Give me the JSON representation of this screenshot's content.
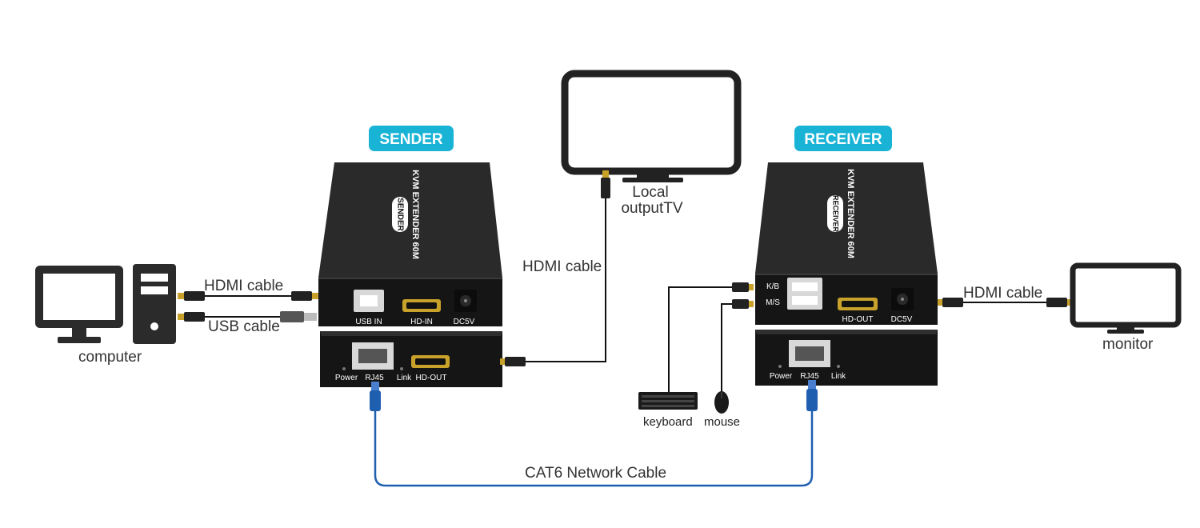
{
  "colors": {
    "accent": "#19b3d6",
    "device": "#1b1b1b",
    "network_cable": "#1f5fb0",
    "hdmi_plug": "#c8a12a"
  },
  "sender": {
    "tag": "SENDER",
    "side_label": "KVM EXTENDER 60M",
    "side_badge": "SENDER",
    "top_ports": {
      "usb_in": "USB IN",
      "hd_in": "HD-IN",
      "dc": "DC5V"
    },
    "bottom_ports": {
      "power": "Power",
      "rj45": "RJ45",
      "link": "Link",
      "hd_out": "HD-OUT"
    }
  },
  "receiver": {
    "tag": "RECEIVER",
    "side_label": "KVM EXTENDER 60M",
    "side_badge": "RECEIVER",
    "top_ports": {
      "kb": "K/B",
      "ms": "M/S",
      "hd_out": "HD-OUT",
      "dc": "DC5V"
    },
    "bottom_ports": {
      "power": "Power",
      "rj45": "RJ45",
      "link": "Link"
    }
  },
  "labels": {
    "computer": "computer",
    "hdmi_cable_left": "HDMI cable",
    "usb_cable": "USB cable",
    "local_tv_line1": "Local",
    "local_tv_line2": "outputTV",
    "hdmi_cable_mid": "HDMI cable",
    "hdmi_cable_right": "HDMI cable",
    "monitor": "monitor",
    "keyboard": "keyboard",
    "mouse": "mouse",
    "network_cable": "CAT6 Network Cable"
  }
}
